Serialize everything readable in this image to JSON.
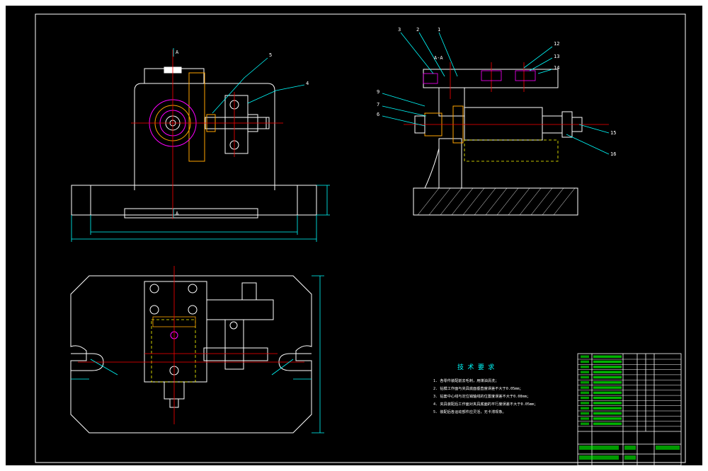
{
  "drawing": {
    "background": "#000000",
    "colors": {
      "outline": "#ffffff",
      "dimension": "#00ffff",
      "centerline": "#ff0000",
      "hidden": "#ffff00",
      "part": "#ff00ff",
      "green": "#00ff00",
      "orange": "#ffa500",
      "blue": "#0070ff"
    }
  },
  "views": {
    "section_label": "A-A",
    "front_marker": "A",
    "callouts_right": [
      "3",
      "2",
      "1",
      "12",
      "13",
      "14",
      "9",
      "7",
      "6",
      "15",
      "16"
    ],
    "callouts_front": [
      "5",
      "4"
    ]
  },
  "tech_req": {
    "title": "技 术 要 求",
    "items": [
      "1. 各零件装配前去毛刺，用煤油清洗；",
      "2. 钻模工作面与夹具底面垂直度误差不大于0.05mm；",
      "3. 钻套中心线与定位销轴线的位置度误差不大于0.08mm；",
      "4. 夹具装配后工作面对夹具底面的平行度误差不大于0.05mm；",
      "5. 装配后各运动部件应灵活，无卡滞现象。"
    ]
  }
}
